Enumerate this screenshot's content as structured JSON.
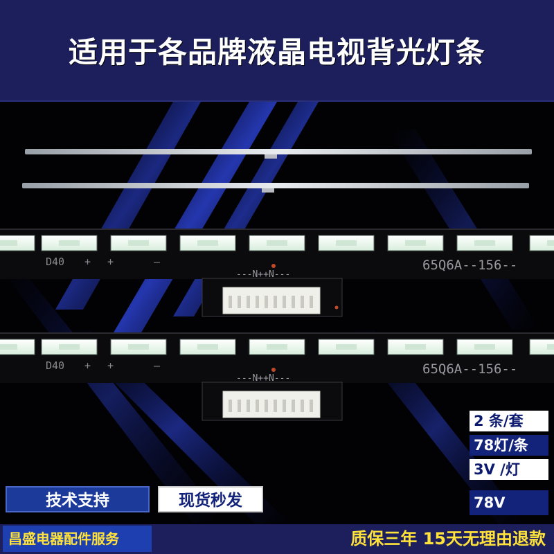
{
  "banner": {
    "title": "适用于各品牌液晶电视背光灯条"
  },
  "strip": {
    "model_code": "65Q6A--156--",
    "connector_label": "---N++N---",
    "silk_d40": "D40",
    "silk_plus_1": "+",
    "silk_plus_2": "+",
    "silk_minus_1": "—",
    "silk_minus_2": "—"
  },
  "specs": {
    "per_set": "2 条/套",
    "leds_per_strip": "78灯/条",
    "voltage_per_led": "3V  /灯",
    "strip_voltage": "78V"
  },
  "badges": {
    "tech_support": "技术支持",
    "in_stock": "现货秒发"
  },
  "footer": {
    "shop_name": "昌盛电器配件服务",
    "guarantee": "质保三年  15天无理由退款"
  },
  "colors": {
    "banner_bg": "#1c1f5c",
    "badge_blue": "#1b3a9a",
    "footer_yellow": "#ffe23a",
    "led_white": "#f4faf0",
    "glow_blue": "#2a3cff"
  }
}
